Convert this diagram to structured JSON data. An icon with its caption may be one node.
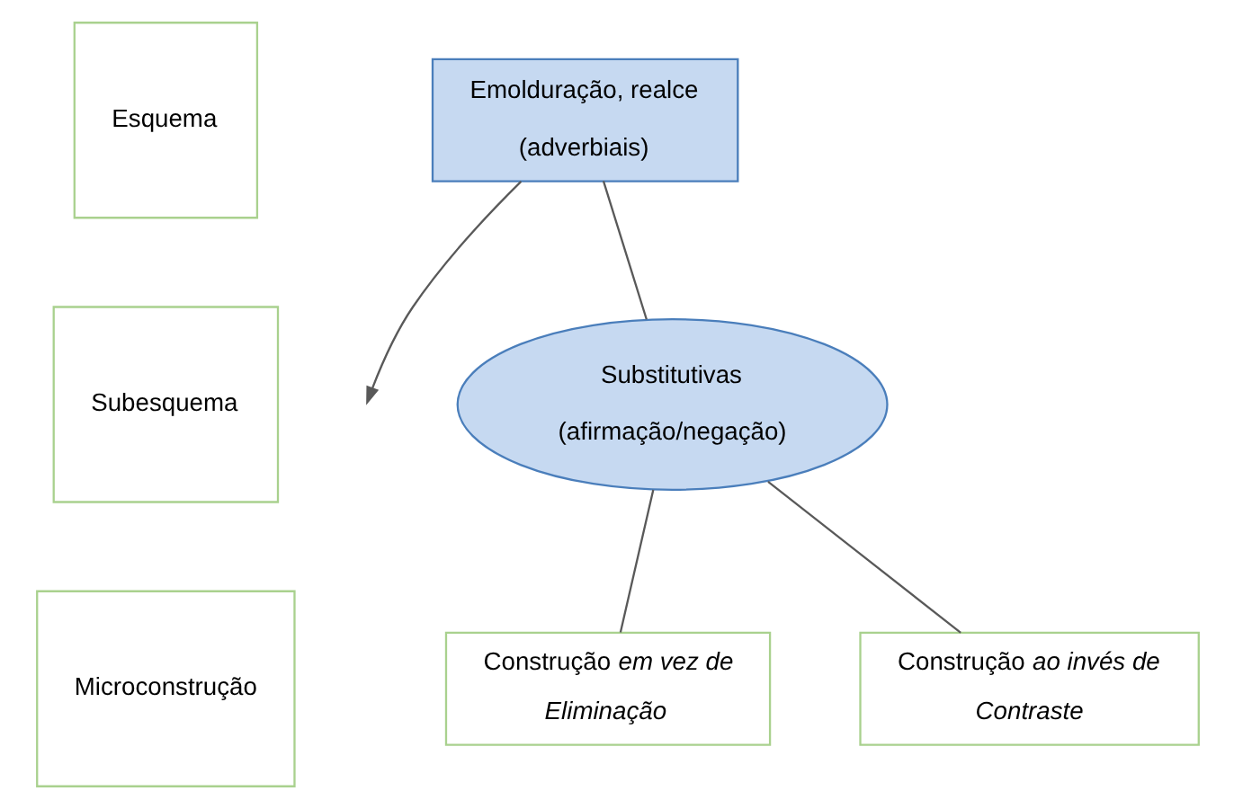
{
  "diagram": {
    "nodes": [
      {
        "text": [
          "Esquema"
        ]
      },
      {
        "text": [
          "Subesquema"
        ]
      },
      {
        "text": [
          "Microconstrução"
        ]
      },
      {
        "text": [
          "Emolduração, realce",
          "(adverbiais)"
        ]
      },
      {
        "text": [
          "Substitutivas",
          "(afirmação/negação)"
        ]
      },
      {
        "text": [
          "Construção *em vez de*",
          "Eliminação"
        ]
      },
      {
        "text": [
          "Construção *ao invés de*",
          "Contraste"
        ]
      }
    ],
    "edges": [
      {
        "from": 3,
        "to": null,
        "arrow": "to"
      },
      {
        "from": 3,
        "to": 4,
        "arrow": "none"
      },
      {
        "from": 4,
        "to": 5,
        "arrow": "none"
      },
      {
        "from": 4,
        "to": 6,
        "arrow": "none"
      }
    ]
  }
}
